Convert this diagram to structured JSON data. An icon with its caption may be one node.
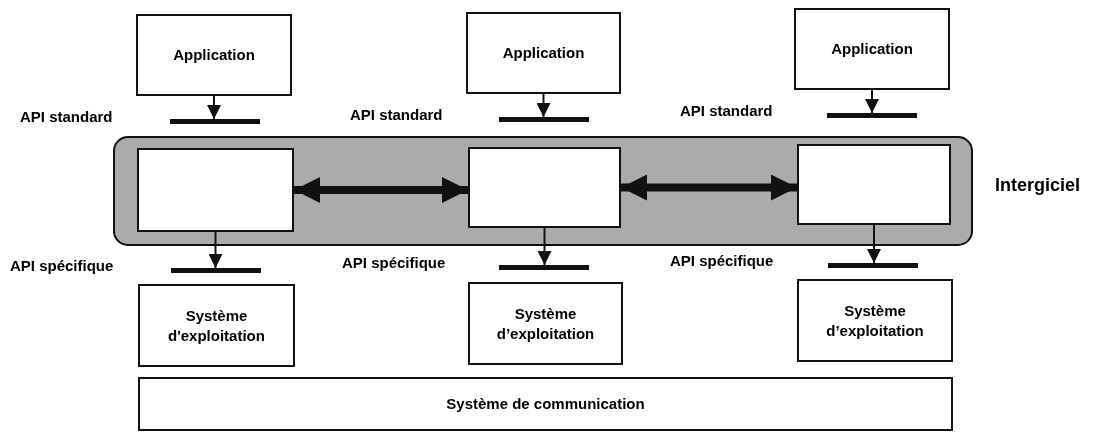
{
  "diagram": {
    "nodes": [
      {
        "text": [
          "Application"
        ]
      },
      {
        "text": [
          "Application"
        ]
      },
      {
        "text": [
          "Application"
        ]
      },
      {
        "text": [],
        "shape": "bar"
      },
      {
        "text": [],
        "shape": "bar"
      },
      {
        "text": [],
        "shape": "bar"
      },
      {
        "text": [
          "Intergiciel"
        ]
      },
      {
        "text": [],
        "shape": "box",
        "in": 6
      },
      {
        "text": [],
        "shape": "box",
        "in": 6
      },
      {
        "text": [],
        "shape": "box",
        "in": 6
      },
      {
        "text": [],
        "shape": "bar"
      },
      {
        "text": [],
        "shape": "bar"
      },
      {
        "text": [],
        "shape": "bar"
      },
      {
        "text": [
          "Système d'exploitation"
        ]
      },
      {
        "text": [
          "Système d’exploitation"
        ]
      },
      {
        "text": [
          "Système d’exploitation"
        ]
      },
      {
        "text": [
          "Système de communication"
        ]
      }
    ],
    "edges": [
      {
        "from": 0,
        "to": 3,
        "arrow": "to"
      },
      {
        "from": 1,
        "to": 4,
        "arrow": "to"
      },
      {
        "from": 2,
        "to": 5,
        "arrow": "to"
      },
      {
        "from": 7,
        "to": 8,
        "arrow": "both",
        "style": "thick"
      },
      {
        "from": 8,
        "to": 9,
        "arrow": "both",
        "style": "thick"
      },
      {
        "from": 7,
        "to": 10,
        "arrow": "to"
      },
      {
        "from": 8,
        "to": 11,
        "arrow": "to"
      },
      {
        "from": 9,
        "to": 12,
        "arrow": "to"
      }
    ],
    "labels": [
      "API standard",
      "API standard",
      "API standard",
      "API spécifique",
      "API spécifique",
      "API spécifique"
    ]
  }
}
